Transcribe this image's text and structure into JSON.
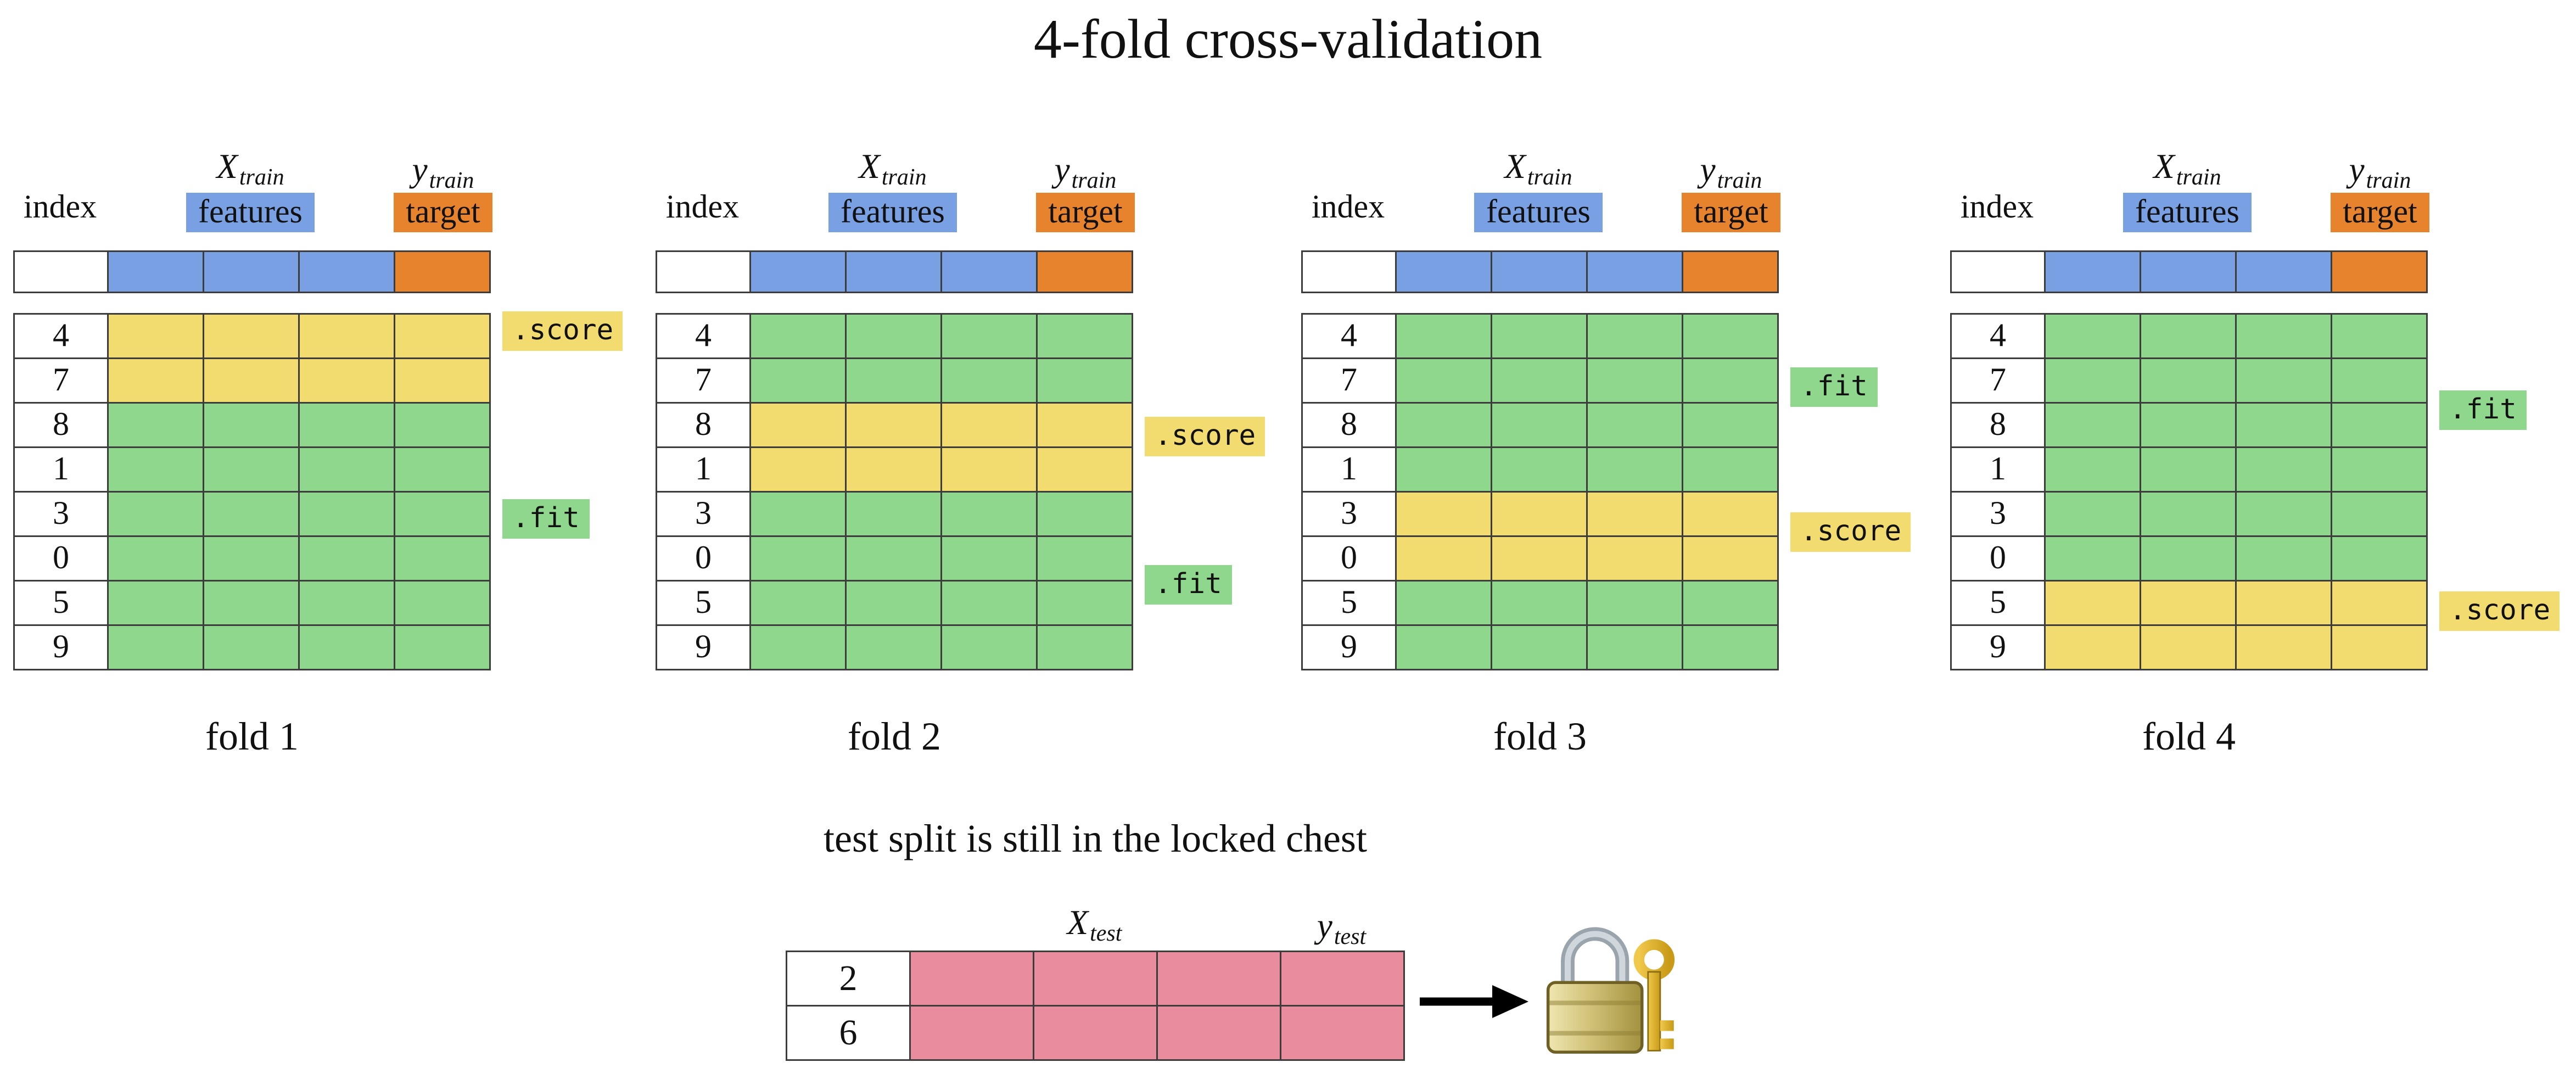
{
  "title": "4-fold cross-validation",
  "table_header": {
    "index_label": "index",
    "x_base": "X",
    "x_sub": "train",
    "features_label": "features",
    "y_base": "y",
    "y_sub": "train",
    "target_label": "target"
  },
  "row_indices": [
    "4",
    "7",
    "8",
    "1",
    "3",
    "0",
    "5",
    "9"
  ],
  "folds": [
    {
      "caption": "fold 1",
      "score_label": ".score",
      "fit_label": ".fit",
      "score_rows": [
        0,
        1
      ]
    },
    {
      "caption": "fold 2",
      "score_label": ".score",
      "fit_label": ".fit",
      "score_rows": [
        2,
        3
      ]
    },
    {
      "caption": "fold 3",
      "score_label": ".score",
      "fit_label": ".fit",
      "score_rows": [
        4,
        5
      ]
    },
    {
      "caption": "fold 4",
      "score_label": ".score",
      "fit_label": ".fit",
      "score_rows": [
        6,
        7
      ]
    }
  ],
  "test": {
    "title": "test split is still in the locked chest",
    "x_base": "X",
    "x_sub": "test",
    "y_base": "y",
    "y_sub": "test",
    "row_indices": [
      "2",
      "6"
    ]
  },
  "colors": {
    "blue": "#7aa0e4",
    "orange": "#e8832d",
    "green": "#90d78e",
    "yellow": "#f3dc6f",
    "pink": "#e98c9d"
  }
}
